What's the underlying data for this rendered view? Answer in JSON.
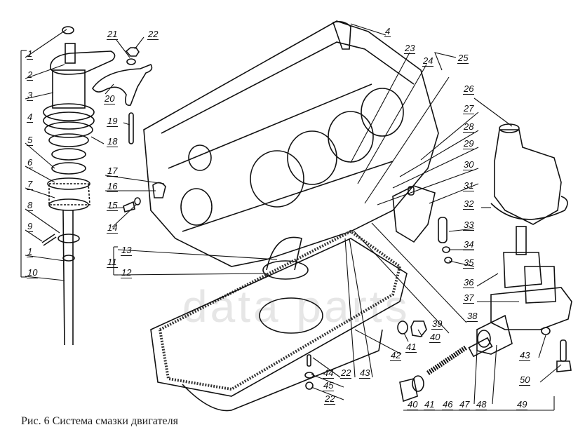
{
  "figure": {
    "caption": "Рис. 6  Система смазки двигателя",
    "watermark": "data parts"
  },
  "components": [
    {
      "name": "distributor-drive-assembly",
      "icon": "shaft-gear-icon"
    },
    {
      "name": "engine-block",
      "icon": "engine-block-icon"
    },
    {
      "name": "oil-pump-cover",
      "icon": "pump-housing-icon"
    },
    {
      "name": "oil-pump-gears",
      "icon": "gear-icon"
    },
    {
      "name": "oil-pan",
      "icon": "oil-pan-icon"
    },
    {
      "name": "pressure-relief-valve",
      "icon": "spring-icon"
    }
  ],
  "callouts": [
    {
      "label": "1"
    },
    {
      "label": "2"
    },
    {
      "label": "3"
    },
    {
      "label": "4"
    },
    {
      "label": "5"
    },
    {
      "label": "6"
    },
    {
      "label": "7"
    },
    {
      "label": "8"
    },
    {
      "label": "9"
    },
    {
      "label": "1"
    },
    {
      "label": "10"
    },
    {
      "label": "21"
    },
    {
      "label": "22"
    },
    {
      "label": "20"
    },
    {
      "label": "19"
    },
    {
      "label": "18"
    },
    {
      "label": "17"
    },
    {
      "label": "16"
    },
    {
      "label": "15"
    },
    {
      "label": "14"
    },
    {
      "label": "13"
    },
    {
      "label": "11"
    },
    {
      "label": "12"
    },
    {
      "label": "4"
    },
    {
      "label": "23"
    },
    {
      "label": "24"
    },
    {
      "label": "25"
    },
    {
      "label": "26"
    },
    {
      "label": "27"
    },
    {
      "label": "28"
    },
    {
      "label": "29"
    },
    {
      "label": "30"
    },
    {
      "label": "31"
    },
    {
      "label": "32"
    },
    {
      "label": "33"
    },
    {
      "label": "34"
    },
    {
      "label": "35"
    },
    {
      "label": "36"
    },
    {
      "label": "37"
    },
    {
      "label": "38"
    },
    {
      "label": "39"
    },
    {
      "label": "40"
    },
    {
      "label": "41"
    },
    {
      "label": "42"
    },
    {
      "label": "43"
    },
    {
      "label": "22"
    },
    {
      "label": "44"
    },
    {
      "label": "45"
    },
    {
      "label": "22"
    },
    {
      "label": "40"
    },
    {
      "label": "41"
    },
    {
      "label": "46"
    },
    {
      "label": "47"
    },
    {
      "label": "48"
    },
    {
      "label": "49"
    },
    {
      "label": "43"
    },
    {
      "label": "50"
    }
  ]
}
